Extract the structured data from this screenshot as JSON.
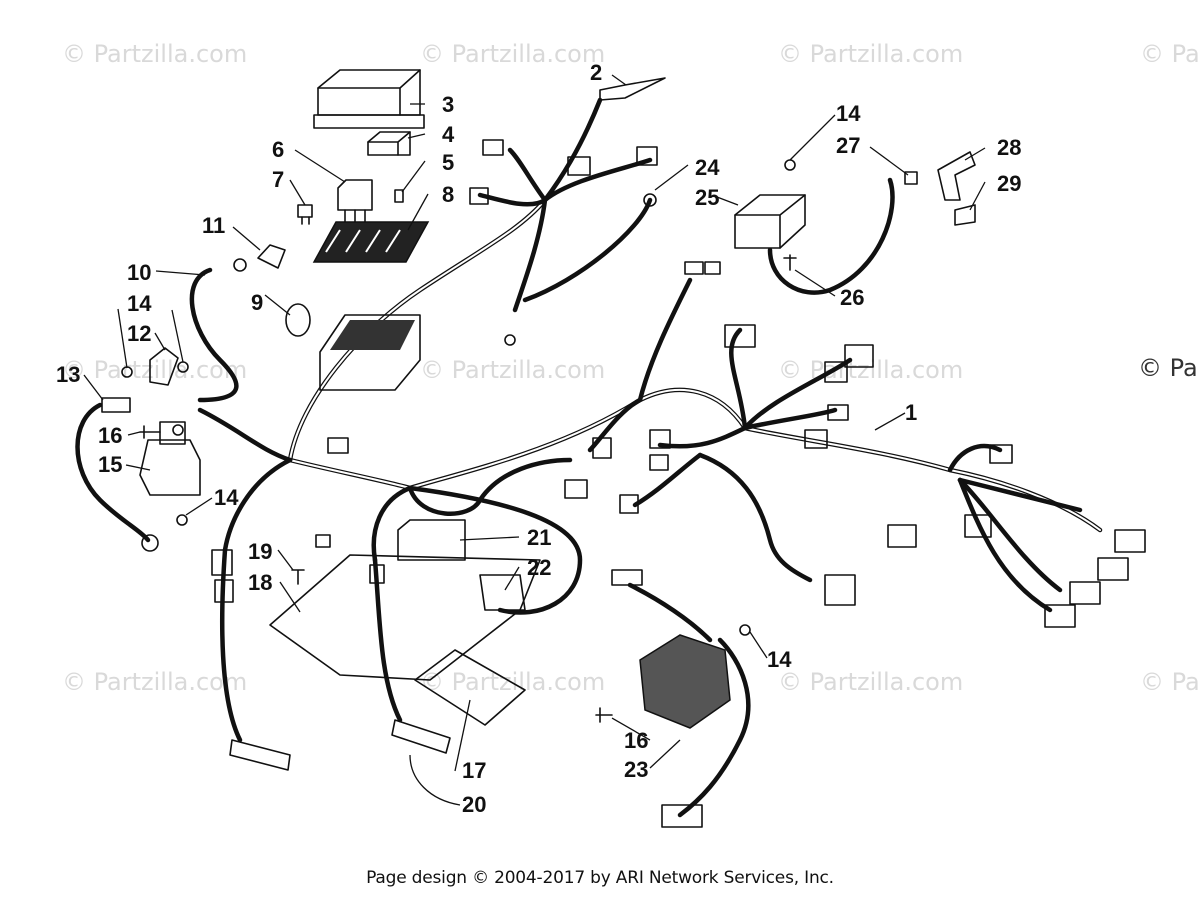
{
  "watermarks": [
    "© Partzilla.com",
    "© Partzilla.com",
    "© Partzilla.com",
    "© Par",
    "© Partzilla.com",
    "© Partzilla.com",
    "© Partzilla.com",
    "© Partzilla.com",
    "© Partzilla.com",
    "© Partzilla.com",
    "© Partzilla.com",
    "© Pa"
  ],
  "callouts": [
    "1",
    "2",
    "3",
    "4",
    "5",
    "6",
    "7",
    "8",
    "9",
    "10",
    "11",
    "12",
    "13",
    "14",
    "14",
    "14",
    "14",
    "14",
    "15",
    "16",
    "16",
    "17",
    "18",
    "19",
    "20",
    "21",
    "22",
    "23",
    "24",
    "25",
    "26",
    "27",
    "28",
    "29"
  ],
  "footer": "Page design © 2004-2017 by ARI Network Services, Inc."
}
